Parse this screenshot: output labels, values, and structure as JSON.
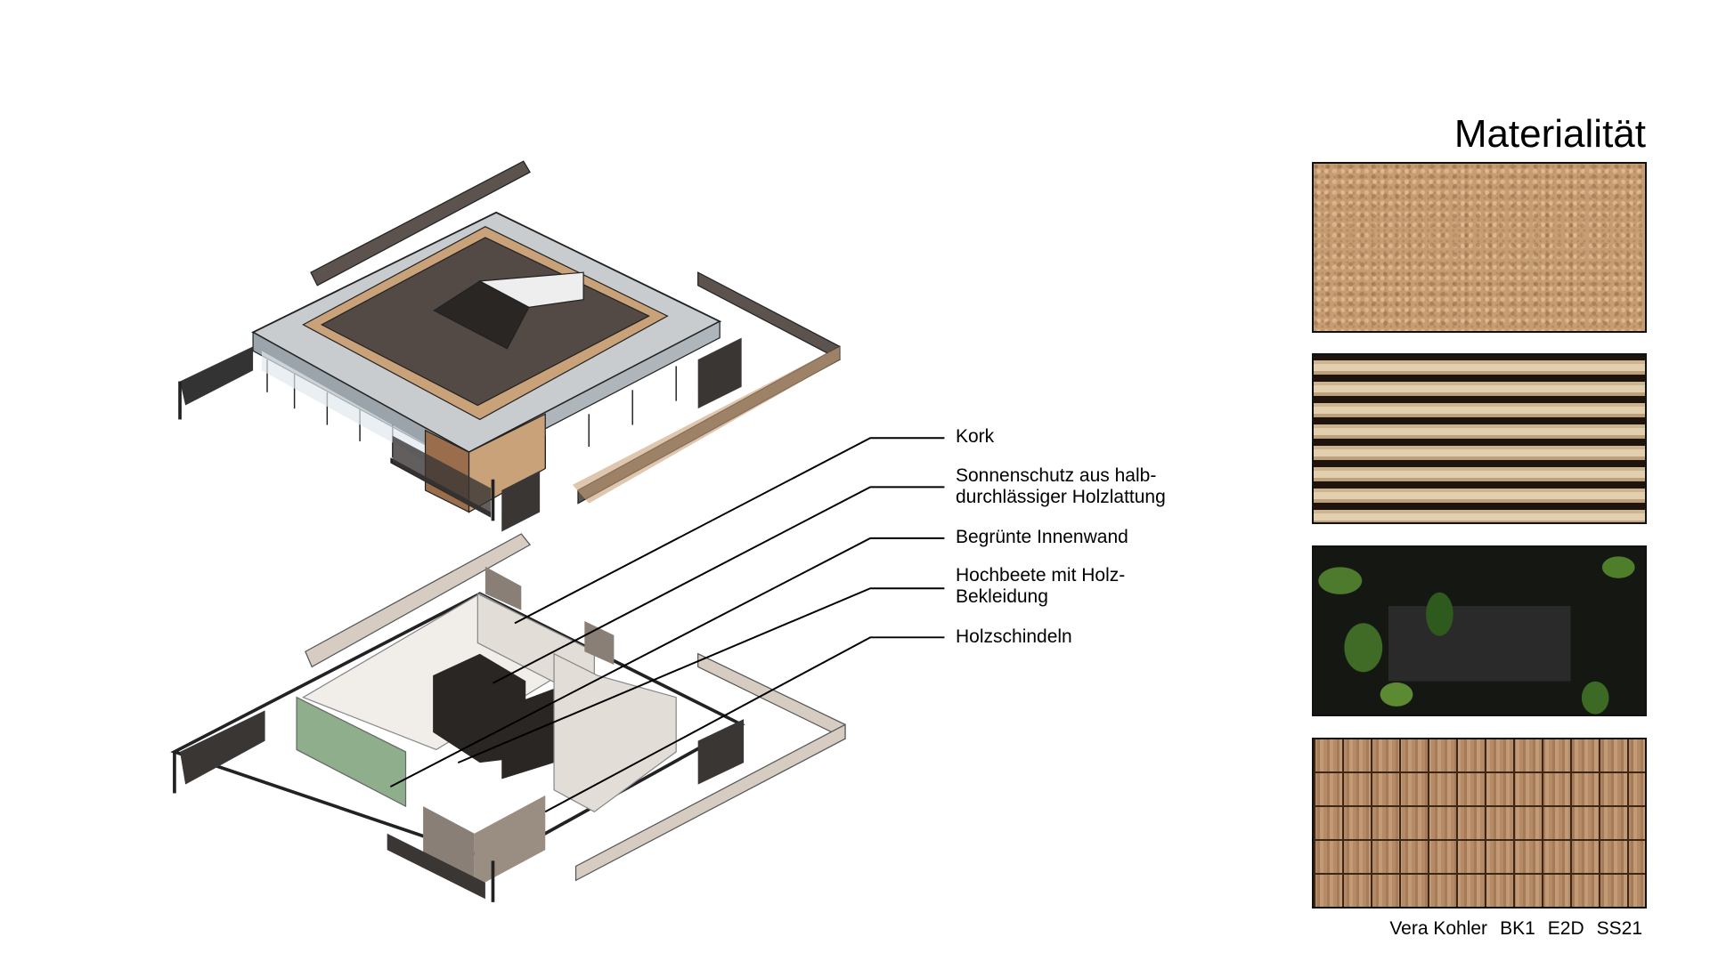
{
  "title": "Materialität",
  "labels": [
    {
      "lines": [
        "Kork"
      ]
    },
    {
      "lines": [
        "Sonnenschutz aus halb-",
        "durchlässiger Holzlattung"
      ]
    },
    {
      "lines": [
        "Begrünte Innenwand"
      ]
    },
    {
      "lines": [
        "Hochbeete mit Holz-",
        "Bekleidung"
      ]
    },
    {
      "lines": [
        "Holzschindeln"
      ]
    }
  ],
  "swatches": [
    "cork",
    "wood-slats",
    "green-wall",
    "wood-shingles"
  ],
  "footer": {
    "author": "Vera Kohler",
    "course": "BK1",
    "module": "E2D",
    "semester": "SS21"
  },
  "colors": {
    "cork": "#c69c73",
    "roof": "#544a45",
    "beige": "#d6ccc1",
    "green": "#8fae8c"
  }
}
